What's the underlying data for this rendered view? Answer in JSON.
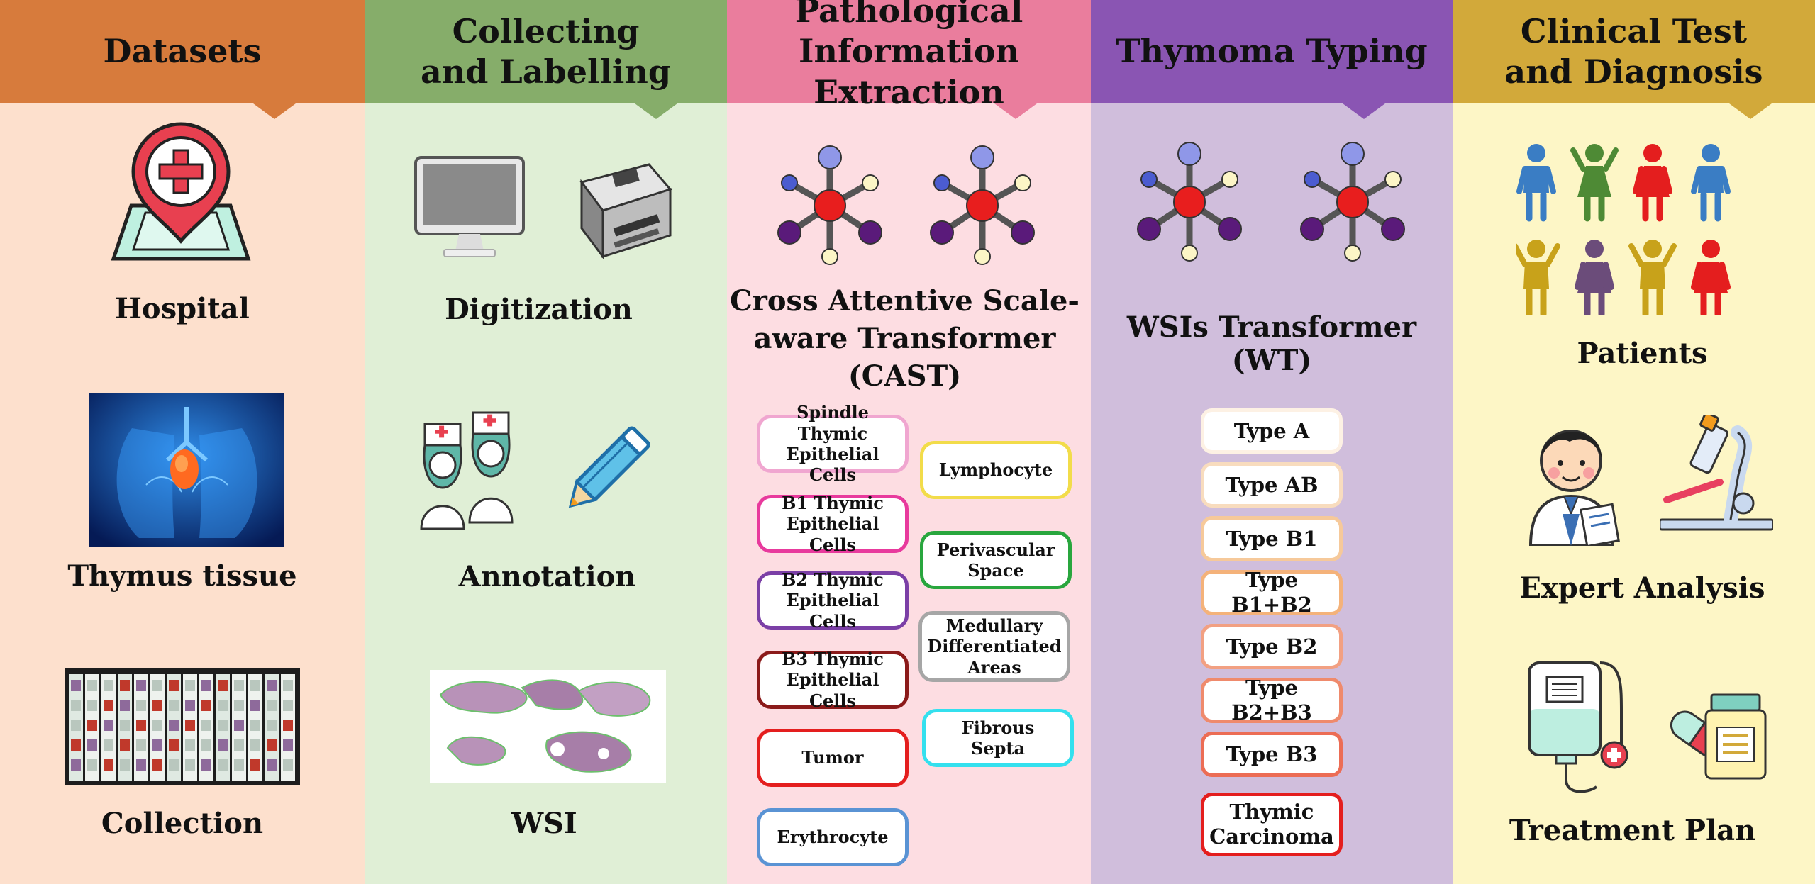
{
  "columns": [
    {
      "header": [
        "Datasets"
      ],
      "color": "#d77b3c",
      "bg": "#fde0cd",
      "items": [
        "Hospital",
        "Thymus tissue",
        "Collection"
      ]
    },
    {
      "header": [
        "Collecting",
        "and Labelling"
      ],
      "color": "#86ad6a",
      "bg": "#e0efd6",
      "items": [
        "Digitization",
        "Annotation",
        "WSI"
      ]
    },
    {
      "header": [
        "Pathological",
        "Information Extraction"
      ],
      "color": "#ea7d9d",
      "bg": "#fddde2",
      "model": [
        "Cross Attentive Scale-",
        "aware Transformer",
        "(CAST)"
      ],
      "cells_left": [
        {
          "label": [
            "Spindle Thymic",
            "Epithelial Cells"
          ],
          "color": "#f0a6d0"
        },
        {
          "label": [
            "B1 Thymic",
            "Epithelial Cells"
          ],
          "color": "#e83a9d"
        },
        {
          "label": [
            "B2 Thymic",
            "Epithelial Cells"
          ],
          "color": "#7b3fa6"
        },
        {
          "label": [
            "B3 Thymic",
            "Epithelial Cells"
          ],
          "color": "#8b1a1a"
        },
        {
          "label": [
            "Tumor"
          ],
          "color": "#e41e1e"
        },
        {
          "label": [
            "Erythrocyte"
          ],
          "color": "#5a93d4"
        }
      ],
      "cells_right": [
        {
          "label": [
            "Lymphocyte"
          ],
          "color": "#f2dc4a"
        },
        {
          "label": [
            "Perivascular",
            "Space"
          ],
          "color": "#29a63e"
        },
        {
          "label": [
            "Medullary",
            "Differentiated",
            "Areas"
          ],
          "color": "#a6a6a6"
        },
        {
          "label": [
            "Fibrous",
            "Septa"
          ],
          "color": "#34e0ee"
        }
      ]
    },
    {
      "header": [
        "Thymoma Typing"
      ],
      "color": "#8a55b3",
      "bg": "#d0bedc",
      "model": [
        "WSIs Transformer (WT)"
      ],
      "types": [
        {
          "label": [
            "Type A"
          ],
          "color": "#fdf1e4"
        },
        {
          "label": [
            "Type AB"
          ],
          "color": "#f8dcbe"
        },
        {
          "label": [
            "Type B1"
          ],
          "color": "#f6c99a"
        },
        {
          "label": [
            "Type B1+B2"
          ],
          "color": "#f4b27a"
        },
        {
          "label": [
            "Type B2"
          ],
          "color": "#f2a082"
        },
        {
          "label": [
            "Type B2+B3"
          ],
          "color": "#ef8a6c"
        },
        {
          "label": [
            "Type B3"
          ],
          "color": "#ec6d55"
        },
        {
          "label": [
            "Thymic",
            "Carcinoma"
          ],
          "color": "#e41e1e"
        }
      ]
    },
    {
      "header": [
        "Clinical Test",
        "and Diagnosis"
      ],
      "color": "#d2a93a",
      "bg": "#fdf6c6",
      "items": [
        "Patients",
        "Expert Analysis",
        "Treatment Plan"
      ]
    }
  ]
}
